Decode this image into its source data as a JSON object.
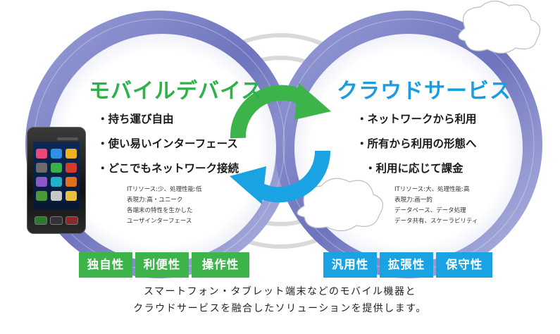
{
  "mobile": {
    "title": "モバイルデバイス",
    "bullets": [
      "・持ち運び自由",
      "・使い易いインターフェース",
      "・どこでもネットワーク接続"
    ],
    "notes": [
      "ITリソース:少、処理性能:低",
      "表現力:高・ユニーク",
      "各端末の特性を生かした",
      "ユーザインターフェース"
    ],
    "tags": [
      "独自性",
      "利便性",
      "操作性"
    ]
  },
  "cloud": {
    "title": "クラウドサービス",
    "bullets": [
      "・ネットワークから利用",
      "・所有から利用の形態へ",
      "・利用に応じて課金"
    ],
    "notes": [
      "ITリソース:大、処理性能:高",
      "表現力:画一的",
      "データベース、データ処理",
      "データ共有、スケーラビリティ"
    ],
    "tags": [
      "汎用性",
      "拡張性",
      "保守性"
    ]
  },
  "caption": {
    "line1": "スマートフォン・タブレット端末などのモバイル機器と",
    "line2": "クラウドサービスを融合したソリューションを提供します。"
  },
  "colors": {
    "green": "#3cb44a",
    "blue": "#1aa3e2",
    "ring": "#7a7fc4"
  },
  "icons": {
    "cycle": "circular-arrows-icon",
    "phone": "smartphone-icon",
    "cloud": "cloud-icon"
  }
}
